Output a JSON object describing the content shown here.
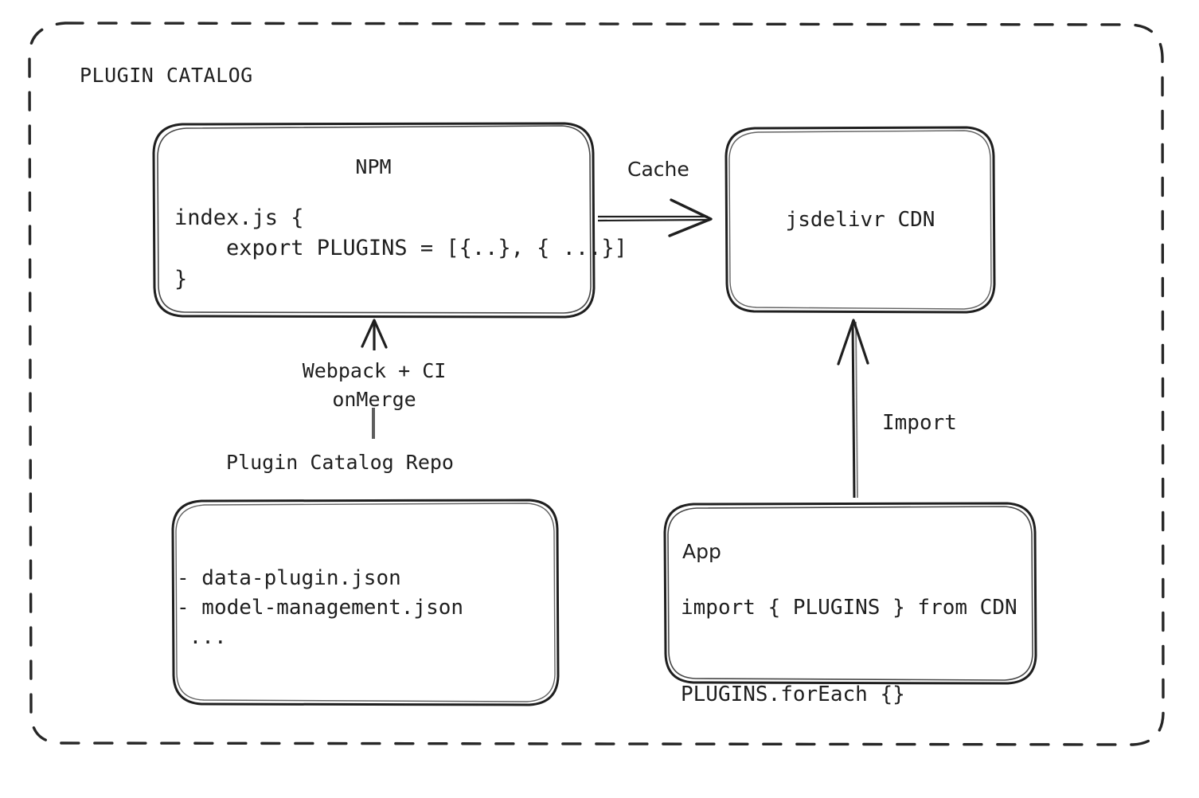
{
  "diagram": {
    "group": {
      "title": "PLUGIN CATALOG",
      "border_style": "dashed",
      "border_color": "#262626"
    },
    "stroke_color": "#1f1f1f",
    "background": "#ffffff",
    "nodes": {
      "npm": {
        "title": "NPM",
        "code": "index.js {\n    export PLUGINS = [{..}, { ...}]\n}"
      },
      "cdn": {
        "title": "jsdelivr CDN"
      },
      "repo": {
        "label": "Plugin Catalog Repo",
        "code": "- data-plugin.json\n- model-management.json\n ..."
      },
      "app": {
        "title": "App",
        "code": "import { PLUGINS } from CDN\n\nPLUGINS.forEach {}"
      }
    },
    "edges": {
      "cache": {
        "label": "Cache",
        "from": "npm",
        "to": "cdn",
        "direction": "right"
      },
      "webpack": {
        "label": "Webpack + CI\nonMerge",
        "from": "repo",
        "to": "npm",
        "direction": "up"
      },
      "import": {
        "label": "Import",
        "from": "app",
        "to": "cdn",
        "direction": "up"
      }
    }
  }
}
